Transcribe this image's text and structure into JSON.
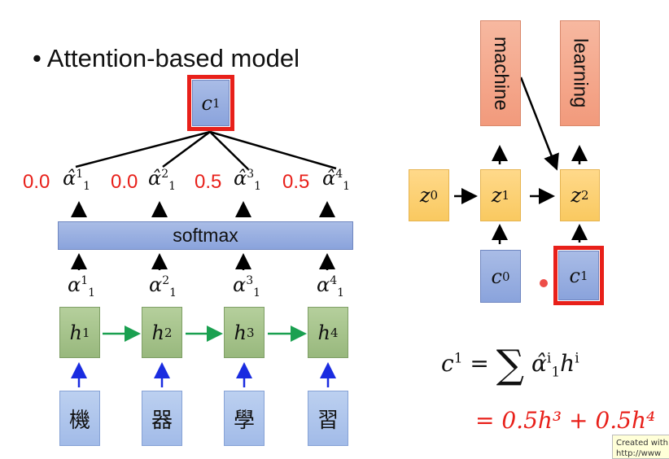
{
  "title": "Attention-based model",
  "context": {
    "label": "c",
    "sup": "1"
  },
  "softmax": "softmax",
  "weights": [
    {
      "value": "0.0",
      "sup": "1"
    },
    {
      "value": "0.0",
      "sup": "2"
    },
    {
      "value": "0.5",
      "sup": "3"
    },
    {
      "value": "0.5",
      "sup": "4"
    }
  ],
  "alpha_sub": "1",
  "hidden": [
    {
      "label": "h",
      "sup": "1"
    },
    {
      "label": "h",
      "sup": "2"
    },
    {
      "label": "h",
      "sup": "3"
    },
    {
      "label": "h",
      "sup": "4"
    }
  ],
  "inputs": [
    "機",
    "器",
    "學",
    "習"
  ],
  "decoder": {
    "outputs": [
      "machine",
      "learning"
    ],
    "states": [
      {
        "label": "z",
        "sup": "0"
      },
      {
        "label": "z",
        "sup": "1"
      },
      {
        "label": "z",
        "sup": "2"
      }
    ],
    "contexts": [
      {
        "label": "c",
        "sup": "0"
      },
      {
        "label": "c",
        "sup": "1"
      }
    ]
  },
  "formula": {
    "line1_lhs": "c",
    "lhs_sup": "1",
    "eq": "=",
    "sum": "∑",
    "line2": "= 0.5h³ + 0.5h⁴"
  },
  "tooltip": "Created with http://www"
}
